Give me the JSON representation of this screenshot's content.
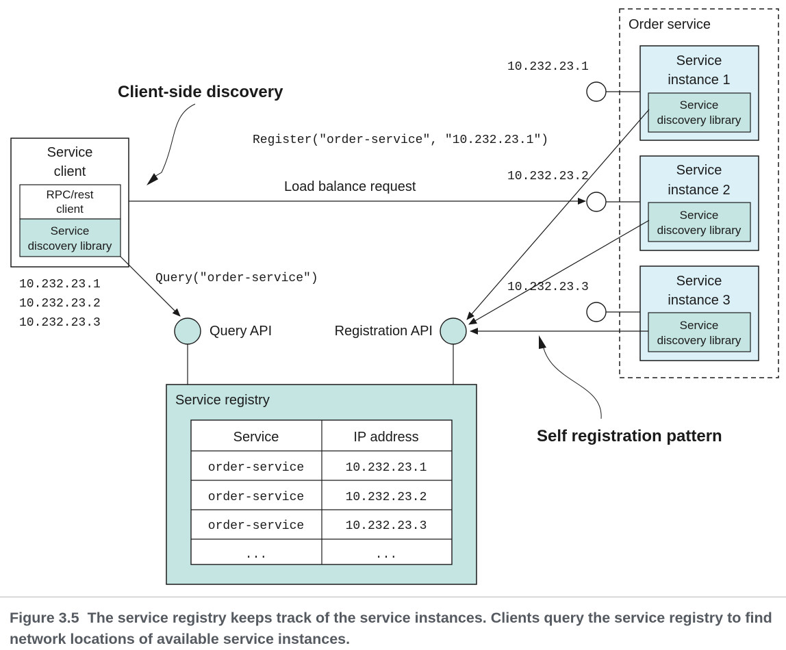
{
  "colors": {
    "teal_fill": "#c5e5e2",
    "light_blue_fill": "#dcf0f8",
    "line": "#1a1a1a",
    "caption_text": "#555a60"
  },
  "callouts": {
    "client_side": "Client-side discovery",
    "self_registration": "Self registration pattern"
  },
  "client": {
    "title_line1": "Service",
    "title_line2": "client",
    "rpc_line1": "RPC/rest",
    "rpc_line2": "client",
    "lib_line1": "Service",
    "lib_line2": "discovery library",
    "ips": [
      "10.232.23.1",
      "10.232.23.2",
      "10.232.23.3"
    ]
  },
  "edges": {
    "register_call": "Register(\"order-service\", \"10.232.23.1\")",
    "load_balance": "Load balance request",
    "query_call": "Query(\"order-service\")"
  },
  "apis": {
    "query": "Query API",
    "registration": "Registration API"
  },
  "order_service": {
    "label": "Order service",
    "instances": [
      {
        "line1": "Service",
        "line2": "instance 1",
        "ip": "10.232.23.1",
        "lib1": "Service",
        "lib2": "discovery library"
      },
      {
        "line1": "Service",
        "line2": "instance 2",
        "ip": "10.232.23.2",
        "lib1": "Service",
        "lib2": "discovery library"
      },
      {
        "line1": "Service",
        "line2": "instance 3",
        "ip": "10.232.23.3",
        "lib1": "Service",
        "lib2": "discovery library"
      }
    ]
  },
  "registry": {
    "title": "Service registry",
    "headers": [
      "Service",
      "IP address"
    ],
    "rows": [
      [
        "order-service",
        "10.232.23.1"
      ],
      [
        "order-service",
        "10.232.23.2"
      ],
      [
        "order-service",
        "10.232.23.3"
      ],
      [
        "...",
        "..."
      ]
    ]
  },
  "caption": {
    "number": "Figure 3.5",
    "text": "The service registry keeps track of the service instances. Clients query the service registry to find network locations of available service instances."
  }
}
